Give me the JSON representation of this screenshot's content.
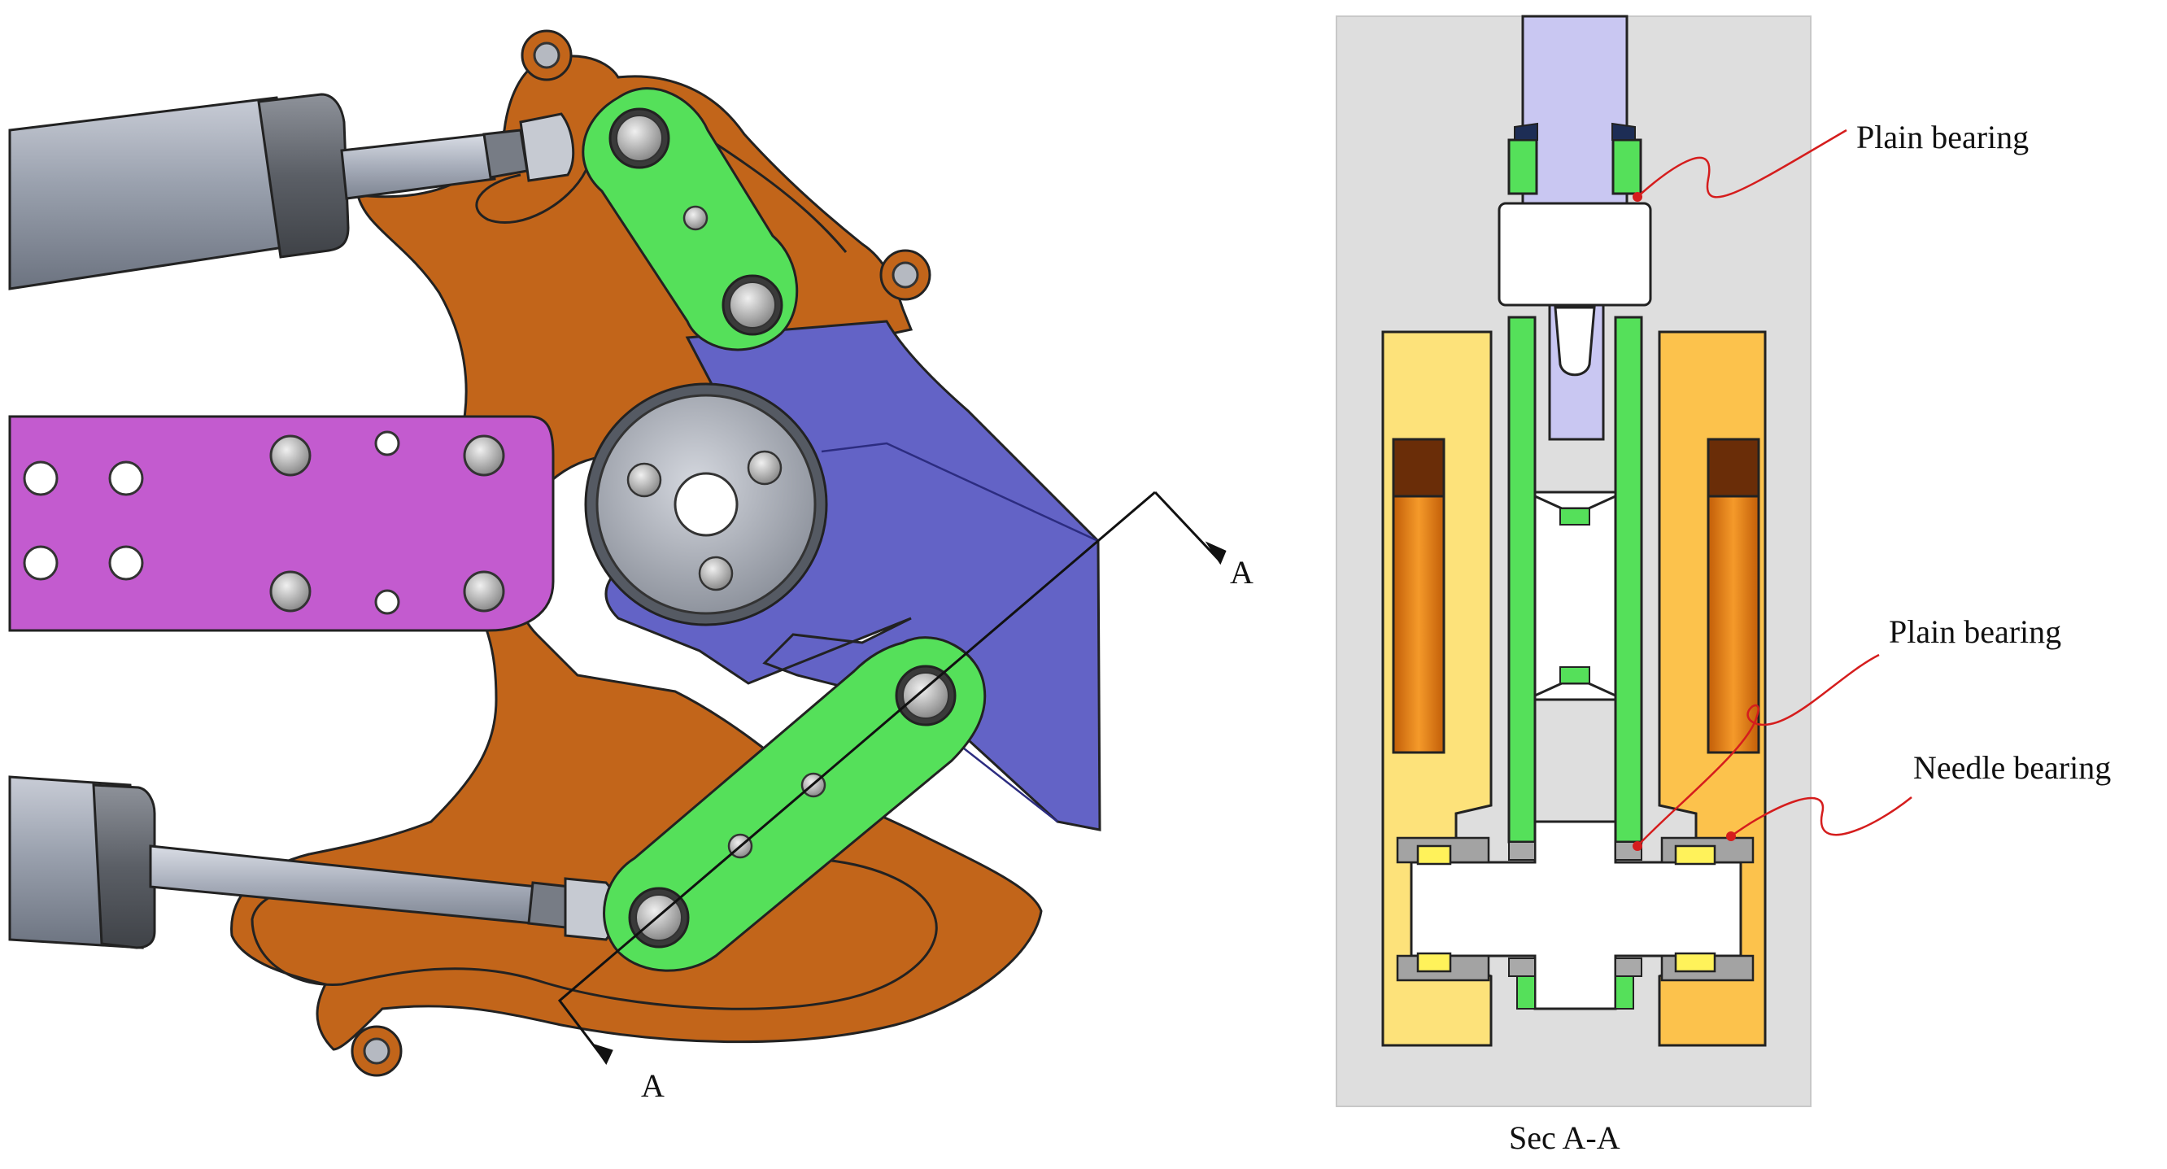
{
  "left_view": {
    "section_marker_top": "A",
    "section_marker_bottom": "A"
  },
  "section_view": {
    "caption": "Sec A-A",
    "callouts": [
      {
        "id": "plain-bearing-top",
        "text": "Plain bearing"
      },
      {
        "id": "plain-bearing-mid",
        "text": "Plain bearing"
      },
      {
        "id": "needle-bearing",
        "text": "Needle bearing"
      }
    ]
  },
  "colors": {
    "frame_brown": "#c2651a",
    "link_green": "#55e05a",
    "blade_blue": "#6363c6",
    "bar_magenta": "#c35bcf",
    "hub_grey": "#aeb2bc",
    "cylinder_grey": "#8f96a4",
    "section_bg": "#dedede",
    "yellow_light": "#fde27a",
    "yellow_dark": "#fcc24c",
    "orange": "#f08a12",
    "lavender": "#c9c7f2",
    "leader_red": "#d51d1d"
  }
}
